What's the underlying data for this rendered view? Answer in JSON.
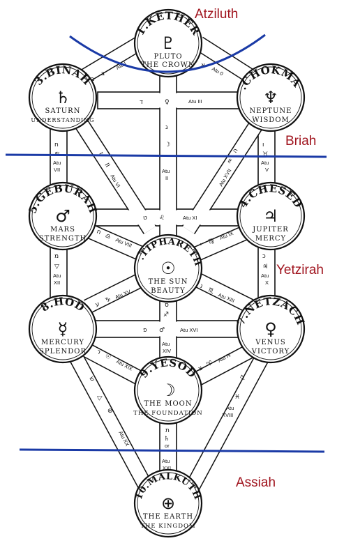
{
  "worlds": {
    "atziluth": "Atziluth",
    "briah": "Briah",
    "yetzirah": "Yetzirah",
    "assiah": "Assiah",
    "color": "#a0141e",
    "line_color": "#1a3aa6"
  },
  "sephiroth": {
    "kether": {
      "name": "1.KETHER",
      "sub1": "PLUTO",
      "sub2": "THE CROWN",
      "symbol": "♇"
    },
    "chokmah": {
      "name": "2.CHOKMAH",
      "sub1": "NEPTUNE",
      "sub2": "WISDOM",
      "symbol": "♆"
    },
    "binah": {
      "name": "3.BINAH",
      "sub1": "SATURN",
      "sub2": "UNDERSTANDING",
      "symbol": "♄"
    },
    "chesed": {
      "name": "4.CHESED",
      "sub1": "JUPITER",
      "sub2": "MERCY",
      "symbol": "♃"
    },
    "geburah": {
      "name": "5.GEBURAH",
      "sub1": "MARS",
      "sub2": "STRENGTH",
      "symbol": "♂"
    },
    "tiphareth": {
      "name": "6.TIPHARETH",
      "sub1": "THE SUN",
      "sub2": "BEAUTY",
      "symbol": "☉"
    },
    "netzach": {
      "name": "7.NETZACH",
      "sub1": "VENUS",
      "sub2": "VICTORY",
      "symbol": "♀"
    },
    "hod": {
      "name": "8.HOD",
      "sub1": "MERCURY",
      "sub2": "SPLENDOR",
      "symbol": "☿"
    },
    "yesod": {
      "name": "9.YESOD",
      "sub1": "THE MOON",
      "sub2": "THE FOUNDATION",
      "symbol": "☽"
    },
    "malkuth": {
      "name": "10.MALKUTH",
      "sub1": "THE EARTH",
      "sub2": "THE KINGDOM",
      "symbol": "⊕"
    }
  },
  "paths": {
    "atu0": "Atu 0",
    "atuI": "Atu I",
    "atuII": "Atu II",
    "atuIII": "Atu III",
    "atuV": "Atu V",
    "atuVI": "Atu VI",
    "atuVII": "Atu VII",
    "atuVIII": "Atu VIII",
    "atuIX": "Atu IX",
    "atuX": "Atu X",
    "atuXI": "Atu XI",
    "atuXII": "Atu XII",
    "atuXIII": "Atu XIII",
    "atuXIV": "Atu XIV",
    "atuXV": "Atu XV",
    "atuXVI": "Atu XVI",
    "atuXVII": "Atu XVII",
    "atuXVIII": "Atu XVIII",
    "atuXIX": "Atu XIX",
    "atuXX": "Atu XX",
    "atuXXI": "Atu XXI",
    "atuIV": "Atu IV"
  },
  "glyphs": {
    "g_aleph": "א",
    "g_beth": "ב",
    "g_gimel": "ג",
    "g_daleth": "ד",
    "g_he": "ה",
    "g_vav": "ו",
    "g_zain": "ז",
    "g_cheth": "ח",
    "g_teth": "ט",
    "g_yod": "י",
    "g_kaph": "כ",
    "g_lamed": "ל",
    "g_mem": "מ",
    "g_nun": "נ",
    "g_samekh": "ס",
    "g_ayin": "ע",
    "g_pe": "פ",
    "g_tzaddi": "צ",
    "g_qoph": "ק",
    "g_resh": "ר",
    "g_shin": "ש",
    "g_tau": "ת",
    "s_venus": "♀",
    "s_mars": "♂",
    "s_leo": "♌",
    "s_sun": "☉",
    "s_moon": "☽",
    "s_taurus": "♉",
    "s_aries": "♈",
    "s_libra": "♎",
    "s_cancer": "♋",
    "s_capricorn": "♑",
    "s_aquarius": "♒",
    "s_pisces": "♓",
    "s_scorpio": "♏",
    "s_sagittarius": "♐",
    "s_virgo": "♍",
    "s_jupiter": "♃",
    "s_triangle": "△",
    "s_triangle_down": "▽",
    "s_saturn": "♄",
    "s_star": "✶",
    "s_or": "or"
  }
}
